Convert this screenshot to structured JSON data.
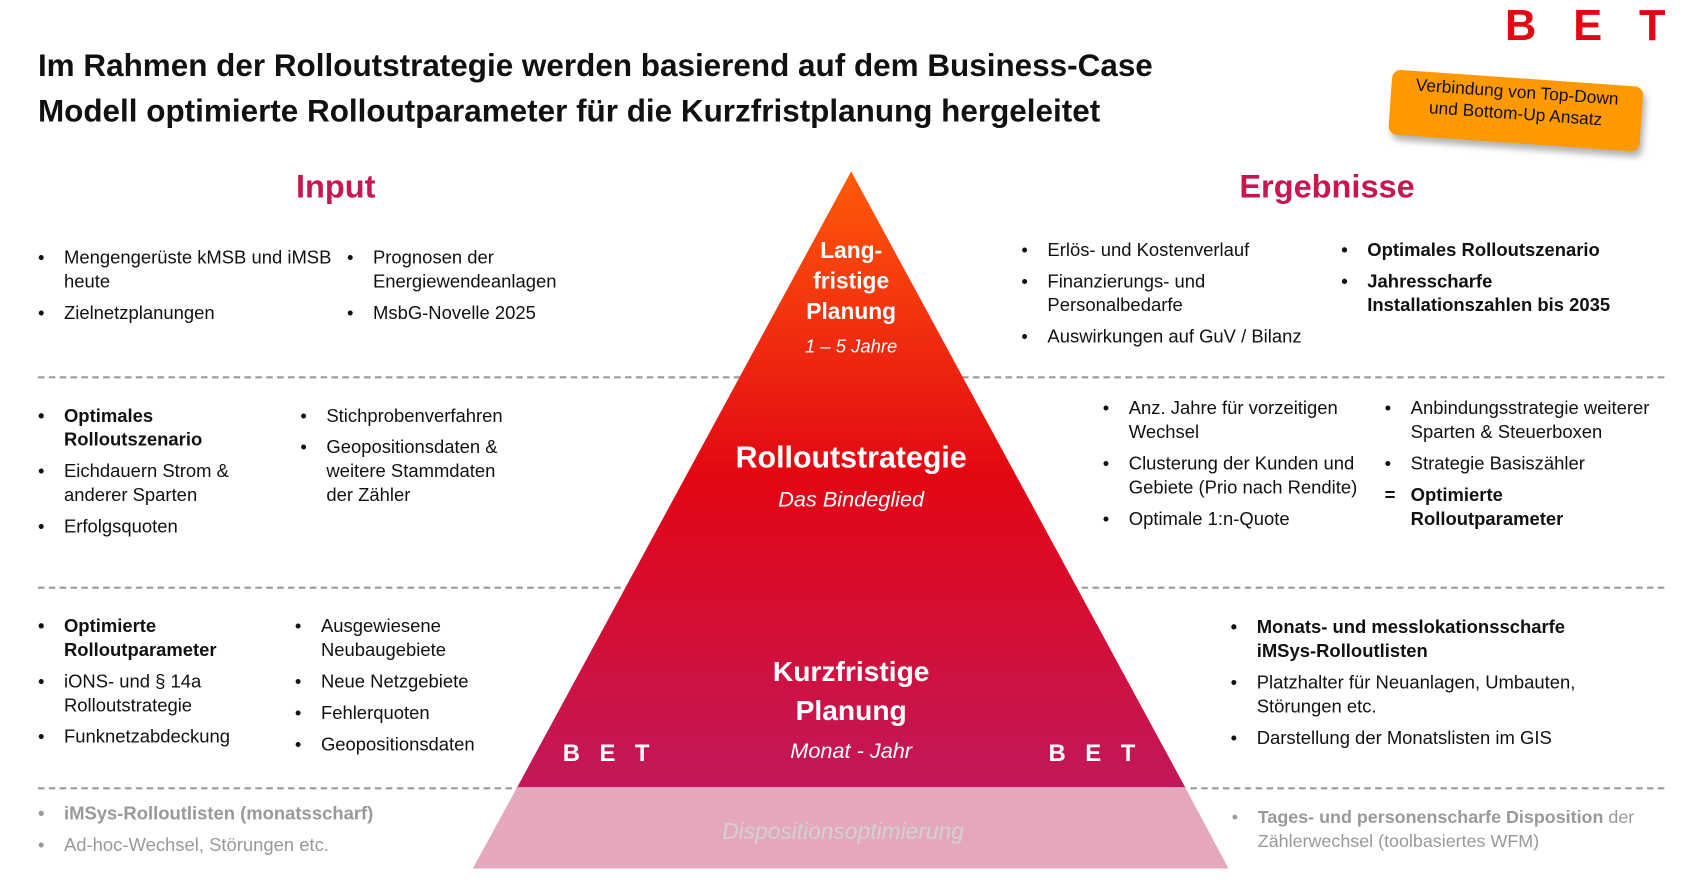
{
  "title": {
    "line1": "Im Rahmen der Rolloutstrategie werden basierend auf dem Business-Case",
    "line2": "Modell optimierte Rolloutparameter für die Kurzfristplanung hergeleitet"
  },
  "logo": "BET",
  "sticker": {
    "line1": "Verbindung von Top-Down",
    "line2": "und Bottom-Up Ansatz"
  },
  "headings": {
    "input": "Input",
    "results": "Ergebnisse"
  },
  "pyramid": {
    "top": {
      "line1": "Lang-",
      "line2": "fristige",
      "line3": "Planung",
      "sub": "1 – 5 Jahre"
    },
    "middle": {
      "title": "Rolloutstrategie",
      "sub": "Das Bindeglied"
    },
    "bottom": {
      "line1": "Kurzfristige",
      "line2": "Planung",
      "sub": "Monat - Jahr",
      "logo_left": "BET",
      "logo_right": "BET"
    },
    "base": {
      "label": "Dispositionsoptimierung"
    },
    "colors": {
      "top": "#ff5a0a",
      "mid": "#e30613",
      "bottom": "#c2185b",
      "base": "#e5a7bd"
    }
  },
  "rows": {
    "long": {
      "input_a": [
        "Mengengerüste kMSB und iMSB heute",
        "Zielnetzplanungen"
      ],
      "input_b": [
        "Prognosen der Energiewendeanlagen",
        "MsbG-Novelle 2025"
      ],
      "result_a": [
        "Erlös- und Kostenverlauf",
        "Finanzierungs- und Personalbedarfe",
        "Auswirkungen auf GuV / Bilanz"
      ],
      "result_b": [
        "Optimales Rolloutszenario",
        "Jahresscharfe Installationszahlen bis 2035"
      ]
    },
    "strategy": {
      "input_a": [
        "Optimales Rolloutszenario",
        "Eichdauern Strom & anderer Sparten",
        "Erfolgsquoten"
      ],
      "input_b": [
        "Stichprobenverfahren",
        "Geopositionsdaten & weitere Stammdaten der Zähler"
      ],
      "result_a": [
        "Anz. Jahre für vorzeitigen Wechsel",
        "Clusterung der Kunden und Gebiete (Prio nach Rendite)",
        "Optimale 1:n-Quote"
      ],
      "result_b": [
        "Anbindungsstrategie weiterer Sparten & Steuerboxen",
        "Strategie Basiszähler",
        "Optimierte Rolloutparameter"
      ]
    },
    "short": {
      "input_a": [
        "Optimierte Rolloutparameter",
        "iONS- und § 14a Rolloutstrategie",
        "Funknetzabdeckung"
      ],
      "input_b": [
        "Ausgewiesene Neubaugebiete",
        "Neue Netzgebiete",
        "Fehlerquoten",
        "Geopositionsdaten"
      ],
      "result": [
        "Monats- und messlokationsscharfe iMSys-Rolloutlisten",
        "Platzhalter für Neuanlagen, Umbauten, Störungen etc.",
        "Darstellung der Monatslisten im GIS"
      ]
    },
    "dispo": {
      "input": [
        "iMSys-Rolloutlisten (monatsscharf)",
        "Ad-hoc-Wechsel, Störungen etc."
      ],
      "result_bold": "Tages- und personenscharfe Disposition",
      "result_rest": " der Zählerwechsel (toolbasiertes WFM)"
    }
  }
}
